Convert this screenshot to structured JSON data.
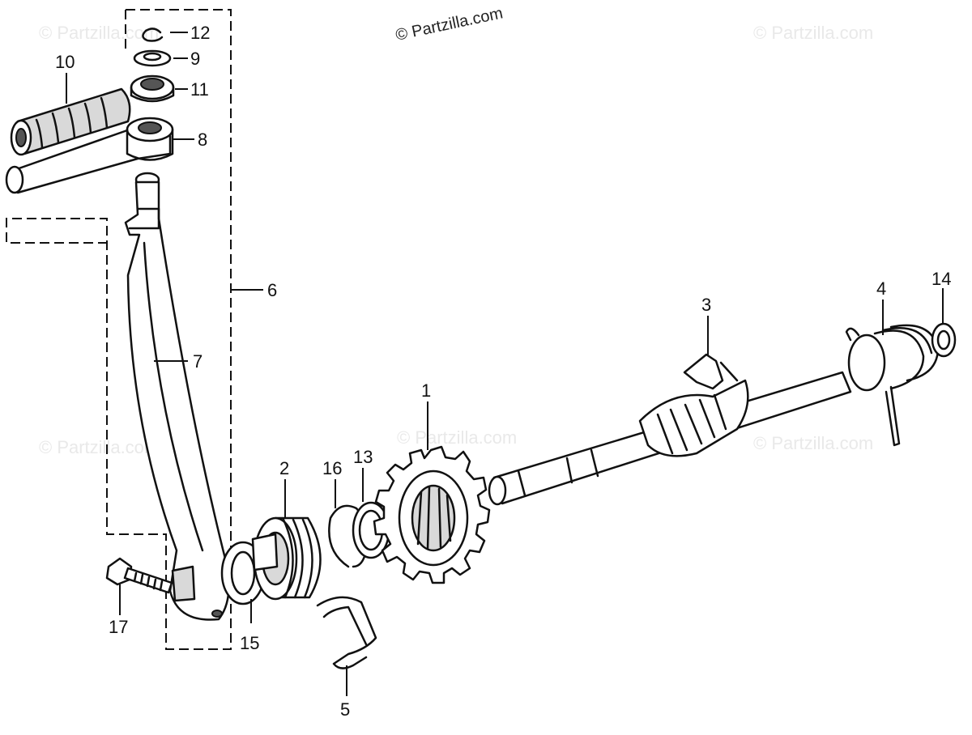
{
  "watermark": {
    "text": "© Partzilla.com"
  },
  "callouts": [
    {
      "id": "1",
      "part": "gear"
    },
    {
      "id": "2",
      "part": "ratchet"
    },
    {
      "id": "3",
      "part": "spindle"
    },
    {
      "id": "4",
      "part": "spring"
    },
    {
      "id": "5",
      "part": "clip"
    },
    {
      "id": "6",
      "part": "pedal-assembly"
    },
    {
      "id": "7",
      "part": "arm"
    },
    {
      "id": "8",
      "part": "pedal-joint"
    },
    {
      "id": "9",
      "part": "washer"
    },
    {
      "id": "10",
      "part": "rubber-grip"
    },
    {
      "id": "11",
      "part": "spring-washer"
    },
    {
      "id": "12",
      "part": "circlip"
    },
    {
      "id": "13",
      "part": "washer"
    },
    {
      "id": "14",
      "part": "washer"
    },
    {
      "id": "15",
      "part": "seal"
    },
    {
      "id": "16",
      "part": "circlip"
    },
    {
      "id": "17",
      "part": "bolt"
    }
  ]
}
